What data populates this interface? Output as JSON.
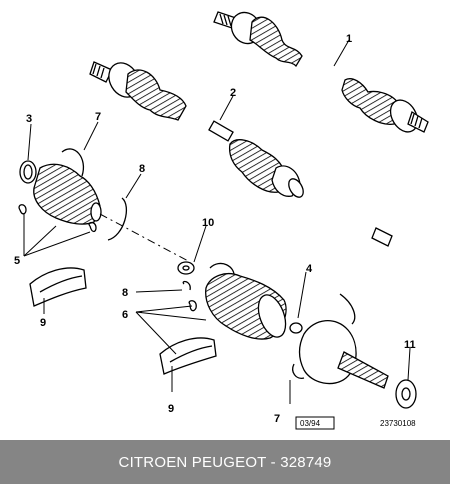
{
  "callouts": {
    "c1": "1",
    "c2": "2",
    "c3": "3",
    "c4": "4",
    "c5a": "5",
    "c6": "6",
    "c7a": "7",
    "c7b": "7",
    "c8a": "8",
    "c8b": "8",
    "c9a": "9",
    "c9b": "9",
    "c10": "10",
    "c11": "11"
  },
  "date_box": "03/94",
  "ref_number": "23730108",
  "footer": {
    "caption": "CITROEN PEUGEOT - 328749"
  }
}
